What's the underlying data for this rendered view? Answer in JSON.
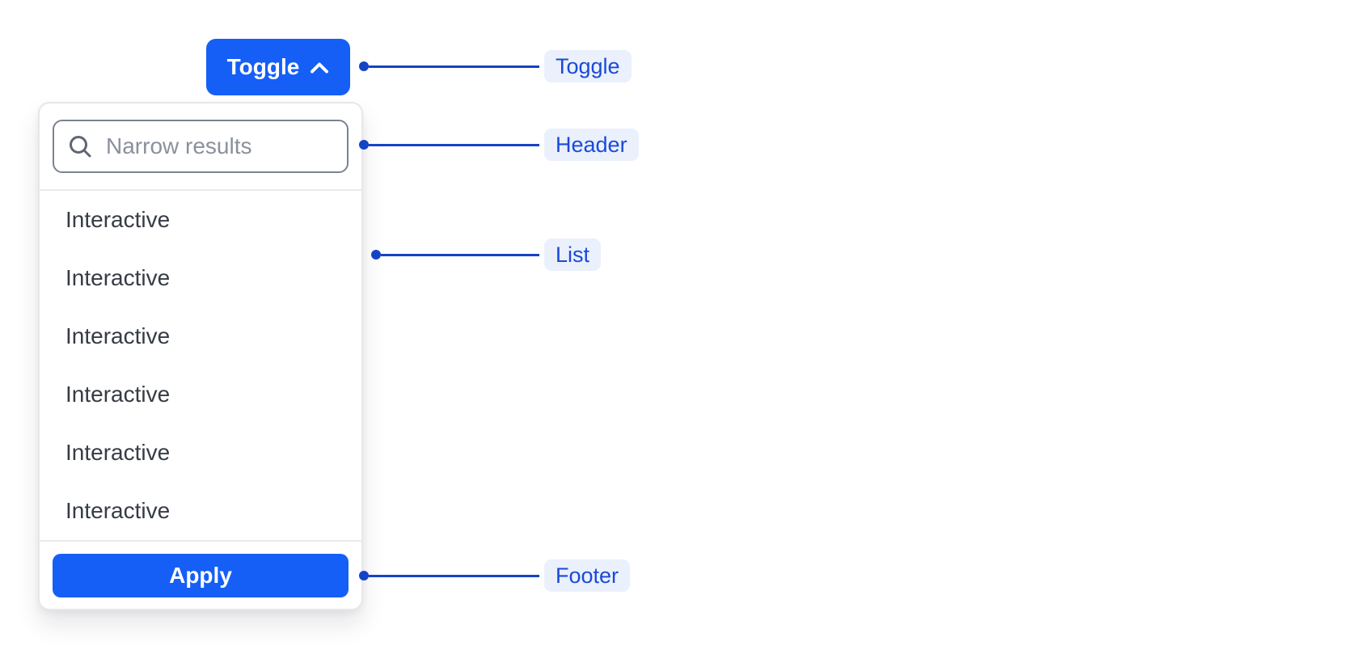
{
  "toggle": {
    "label": "Toggle",
    "icon": "chevron-up-icon"
  },
  "panel": {
    "header": {
      "icon": "search-icon",
      "search_placeholder": "Narrow results",
      "search_value": ""
    },
    "list": {
      "items": [
        "Interactive",
        "Interactive",
        "Interactive",
        "Interactive",
        "Interactive",
        "Interactive"
      ]
    },
    "footer": {
      "apply_label": "Apply"
    }
  },
  "annotations": [
    {
      "label": "Toggle"
    },
    {
      "label": "Header"
    },
    {
      "label": "List"
    },
    {
      "label": "Footer"
    }
  ],
  "colors": {
    "primary_blue": "#155FF7",
    "annotation_blue": "#1543C6",
    "annotation_label_bg": "#EAF0FC",
    "annotation_label_text": "#1B49D8",
    "panel_border": "#E7E7EA",
    "divider": "#E9E9EC",
    "input_border": "#7B8290",
    "placeholder_text": "#8A919C",
    "list_item_text": "#363B44"
  }
}
